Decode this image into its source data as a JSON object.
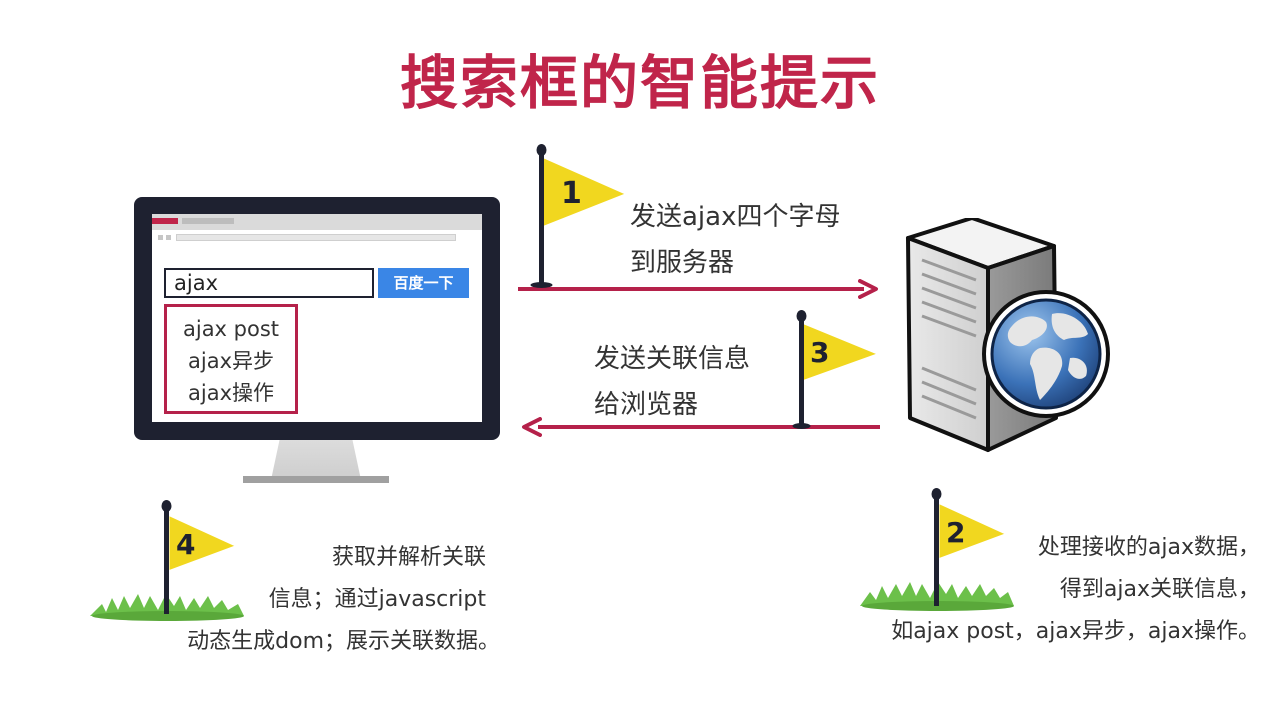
{
  "title": "搜索框的智能提示",
  "browser": {
    "search_value": "ajax",
    "search_button": "百度一下",
    "suggestions": [
      "ajax post",
      "ajax异步",
      "ajax操作"
    ]
  },
  "steps": {
    "step1": {
      "number": "1",
      "line1": "发送ajax四个字母",
      "line2": "到服务器"
    },
    "step2": {
      "number": "2",
      "line1": "处理接收的ajax数据，",
      "line2": "得到ajax关联信息，",
      "line3": "如ajax post，ajax异步，ajax操作。"
    },
    "step3": {
      "number": "3",
      "line1": "发送关联信息",
      "line2": "给浏览器"
    },
    "step4": {
      "number": "4",
      "line1": "获取并解析关联",
      "line2": "信息；通过javascript",
      "line3": "动态生成dom；展示关联数据。"
    }
  },
  "colors": {
    "title": "#c0254a",
    "arrow": "#b5214a",
    "flag": "#f1d71f",
    "search_button": "#3a86e6",
    "monitor": "#1e2130",
    "grass": "#6cc04a"
  },
  "icons": [
    "monitor-icon",
    "server-icon",
    "globe-icon",
    "flag-icon",
    "grass-icon",
    "arrow-right-icon",
    "arrow-left-icon"
  ]
}
